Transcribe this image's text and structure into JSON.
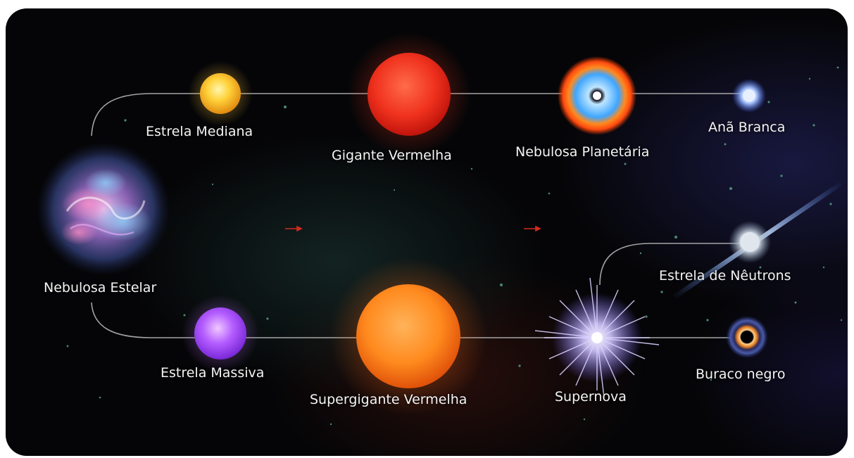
{
  "stages": {
    "stellar_nebula": "Nebulosa Estelar",
    "average_star": "Estrela Mediana",
    "red_giant": "Gigante Vermelha",
    "planetary_nebula": "Nebulosa Planetária",
    "white_dwarf": "Anã Branca",
    "massive_star": "Estrela Massiva",
    "red_supergiant": "Supergigante Vermelha",
    "supernova": "Supernova",
    "neutron_star": "Estrela de Nêutrons",
    "black_hole": "Buraco negro"
  },
  "colors": {
    "background": "#050507",
    "connector": "#bfbfbf",
    "label": "#f4f4f4",
    "arrow": "#d42a1e"
  },
  "icons": {
    "stellar_nebula": "nebula-cloud-icon",
    "average_star": "yellow-star-icon",
    "red_giant": "red-giant-star-icon",
    "planetary_nebula": "planetary-nebula-icon",
    "white_dwarf": "white-dwarf-icon",
    "massive_star": "violet-star-icon",
    "red_supergiant": "orange-supergiant-icon",
    "supernova": "supernova-burst-icon",
    "neutron_star": "neutron-star-icon",
    "black_hole": "black-hole-icon"
  }
}
